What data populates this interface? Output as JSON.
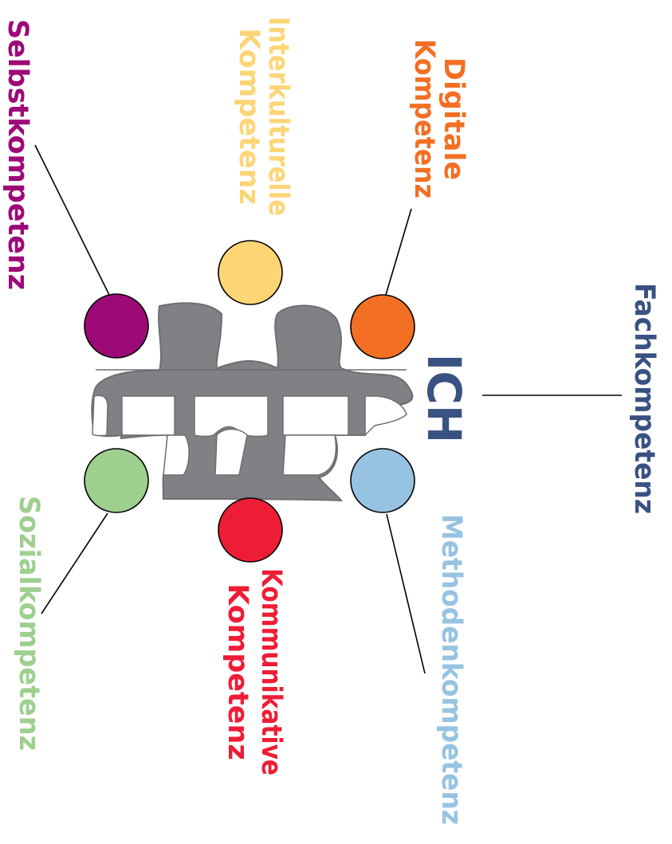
{
  "center": {
    "label": "ICH",
    "color": "#3a5282"
  },
  "puzzle": {
    "fill": "#808184",
    "stroke": "#6d6e70"
  },
  "competencies": {
    "fach": {
      "lines": [
        "Fachkompetenz"
      ],
      "color": "#3a5282"
    },
    "digital": {
      "lines": [
        "Digitale",
        "Kompetenz"
      ],
      "color": "#f36f23"
    },
    "inter": {
      "lines": [
        "Interkulturelle",
        "Kompetenz"
      ],
      "color": "#fdd575"
    },
    "selbst": {
      "lines": [
        "Selbstkompetenz"
      ],
      "color": "#9d0a77"
    },
    "sozial": {
      "lines": [
        "Sozialkompetenz"
      ],
      "color": "#9ecf8f"
    },
    "komm": {
      "lines": [
        "Kommunikative",
        "Kompetenz"
      ],
      "color": "#ee1d36"
    },
    "methode": {
      "lines": [
        "Methodenkompetenz"
      ],
      "color": "#97c3e2"
    }
  }
}
